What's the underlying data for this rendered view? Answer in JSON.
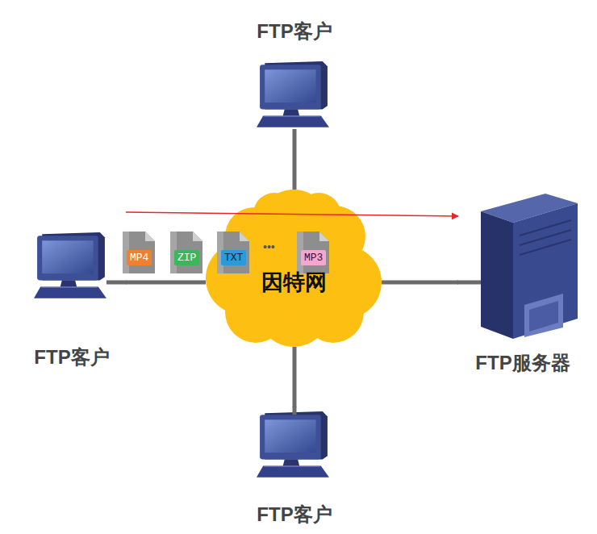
{
  "diagram": {
    "nodes": [
      {
        "text": [
          "FTP客户"
        ]
      },
      {
        "text": [
          "FTP客户"
        ]
      },
      {
        "text": [
          "MP4"
        ]
      },
      {
        "text": [
          "ZIP"
        ]
      },
      {
        "text": [
          "TXT"
        ]
      },
      {
        "text": [
          "MP3"
        ]
      },
      {
        "text": [
          "因特网"
        ]
      },
      {
        "text": [
          "FTP服务器"
        ]
      },
      {
        "text": [
          "FTP客户"
        ]
      }
    ],
    "edges": [
      {
        "from": 1,
        "to": 7,
        "arrow": "to"
      },
      {
        "from": 0,
        "to": 6,
        "arrow": "none"
      },
      {
        "from": 1,
        "to": 6,
        "arrow": "none"
      },
      {
        "from": 7,
        "to": 6,
        "arrow": "none"
      },
      {
        "from": 8,
        "to": 6,
        "arrow": "none"
      }
    ],
    "labels": [
      "•••"
    ]
  }
}
